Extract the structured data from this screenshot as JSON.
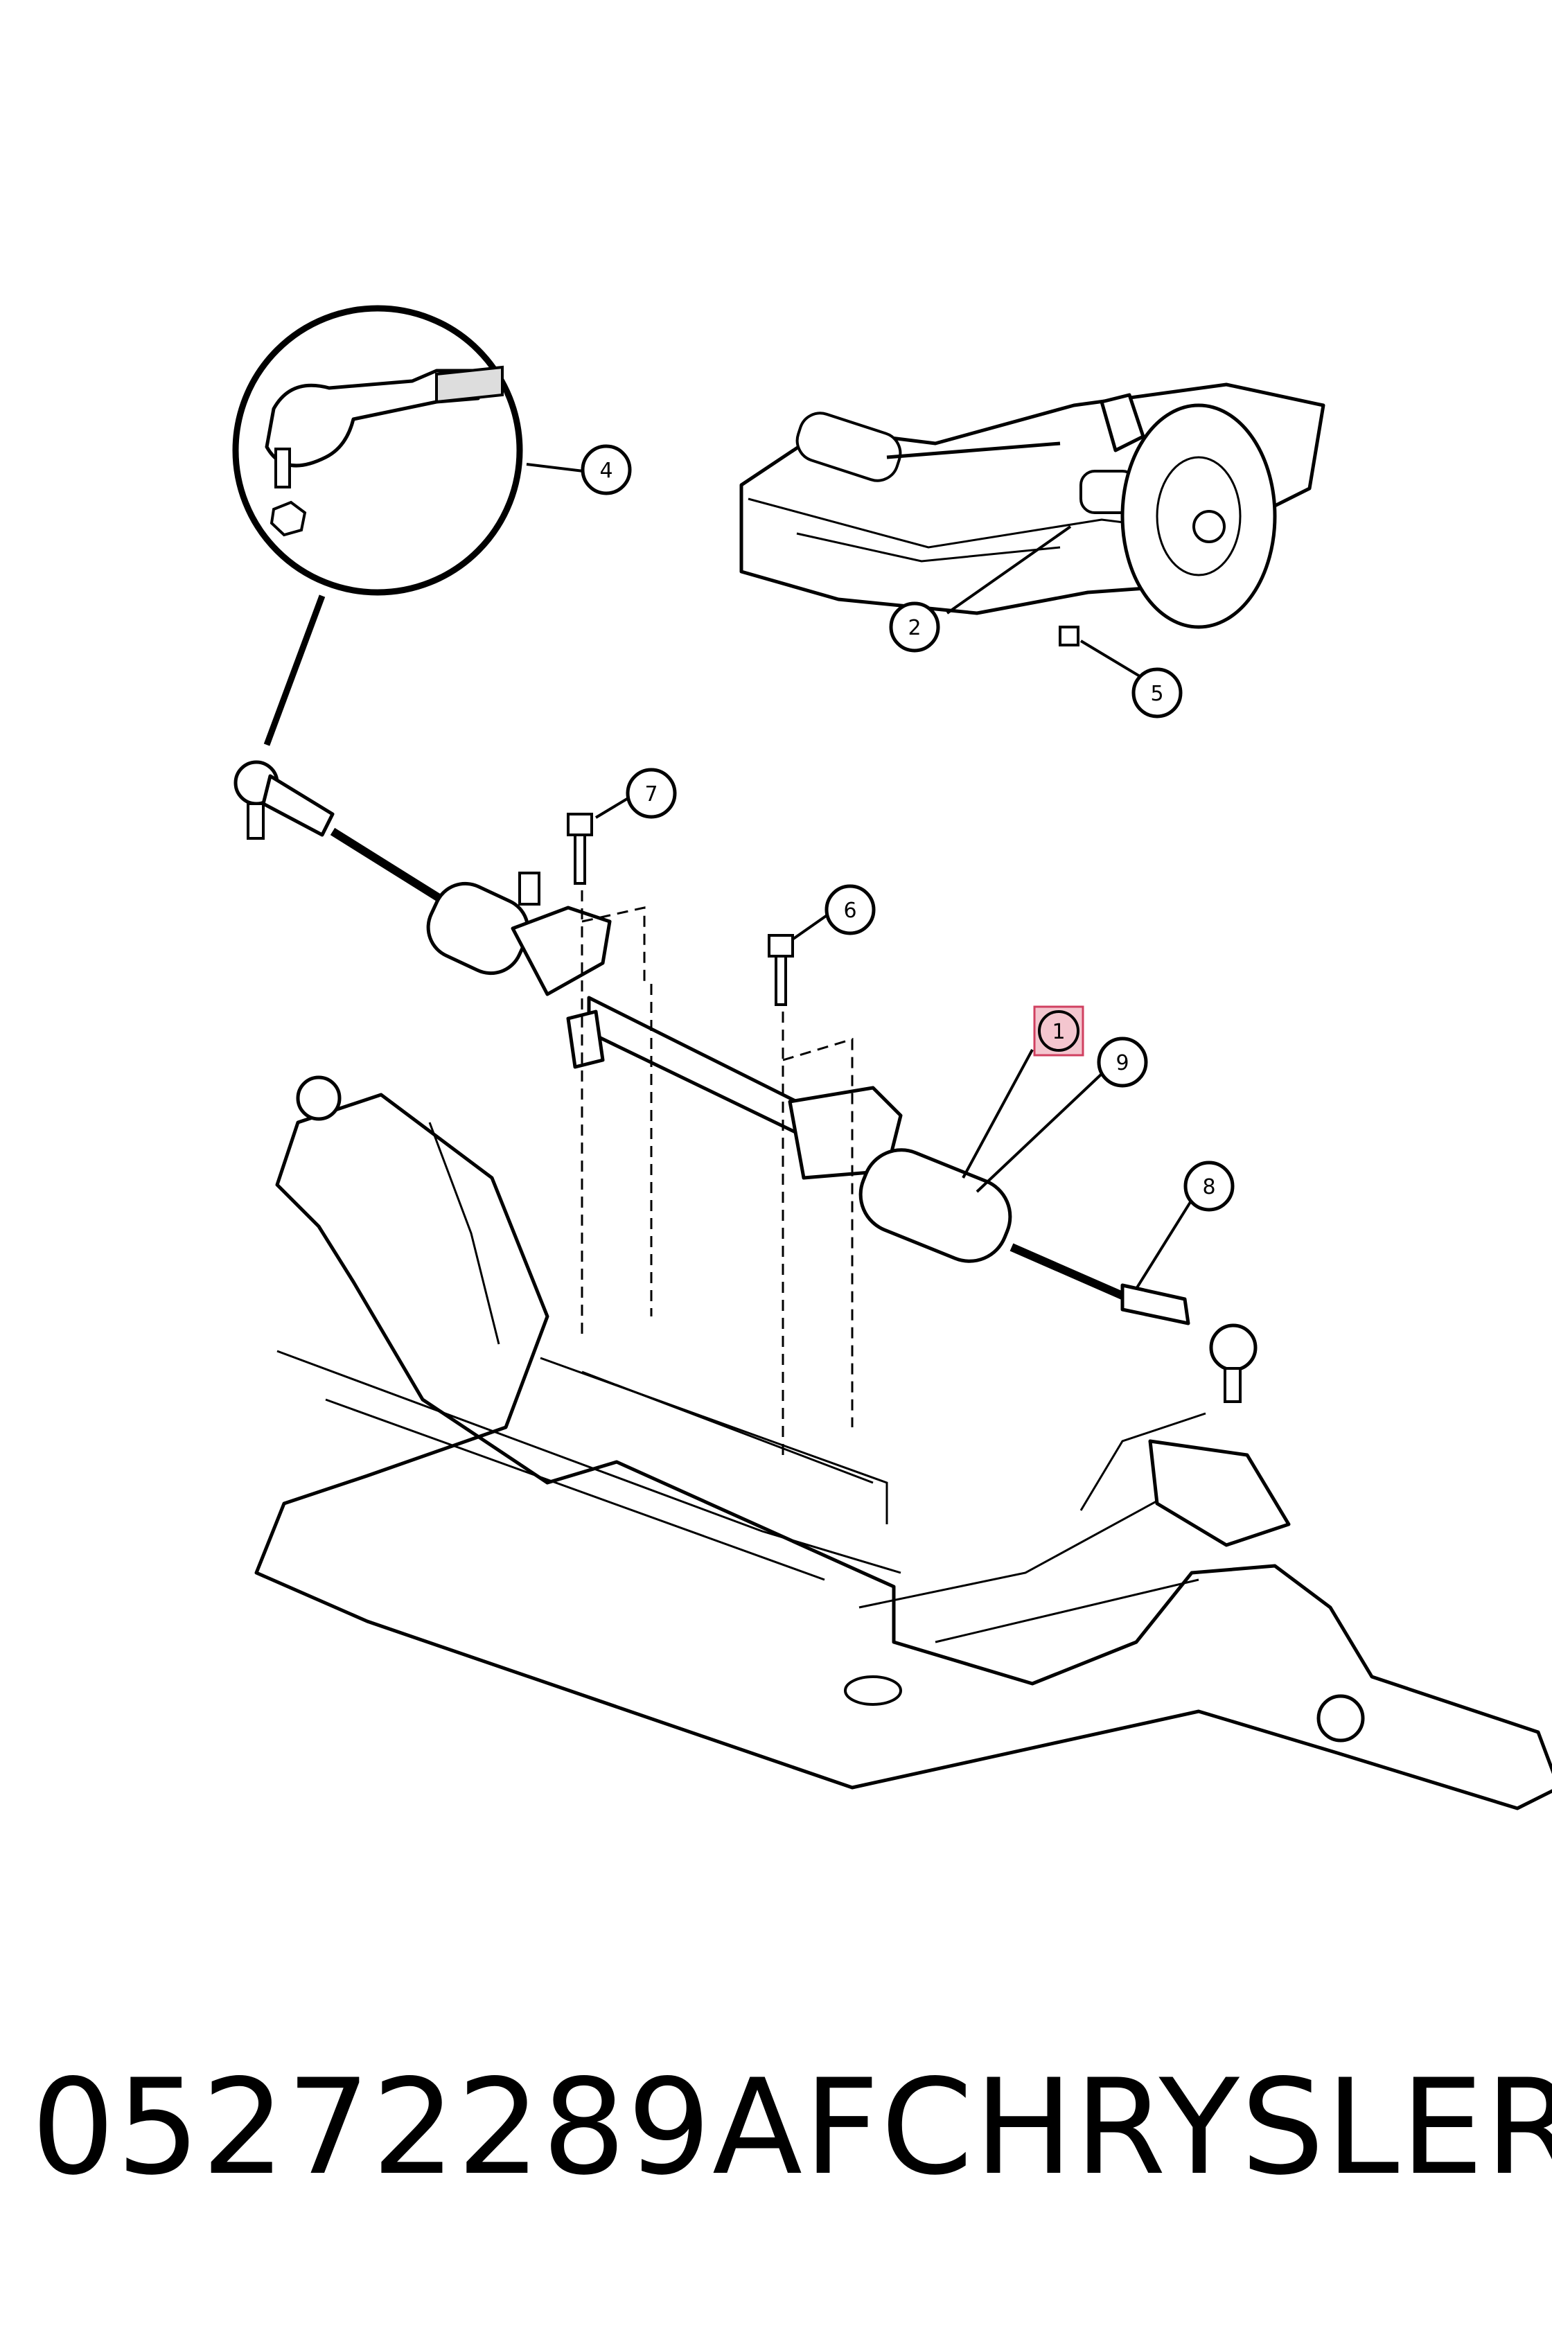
{
  "callouts": {
    "c1": "1",
    "c2": "2",
    "c4": "4",
    "c5": "5",
    "c6": "6",
    "c7": "7",
    "c8": "8",
    "c9": "9"
  },
  "highlight_color": "#f4c6cf",
  "caption": {
    "part_number": "05272289AF",
    "brand": "CHRYSLER"
  }
}
